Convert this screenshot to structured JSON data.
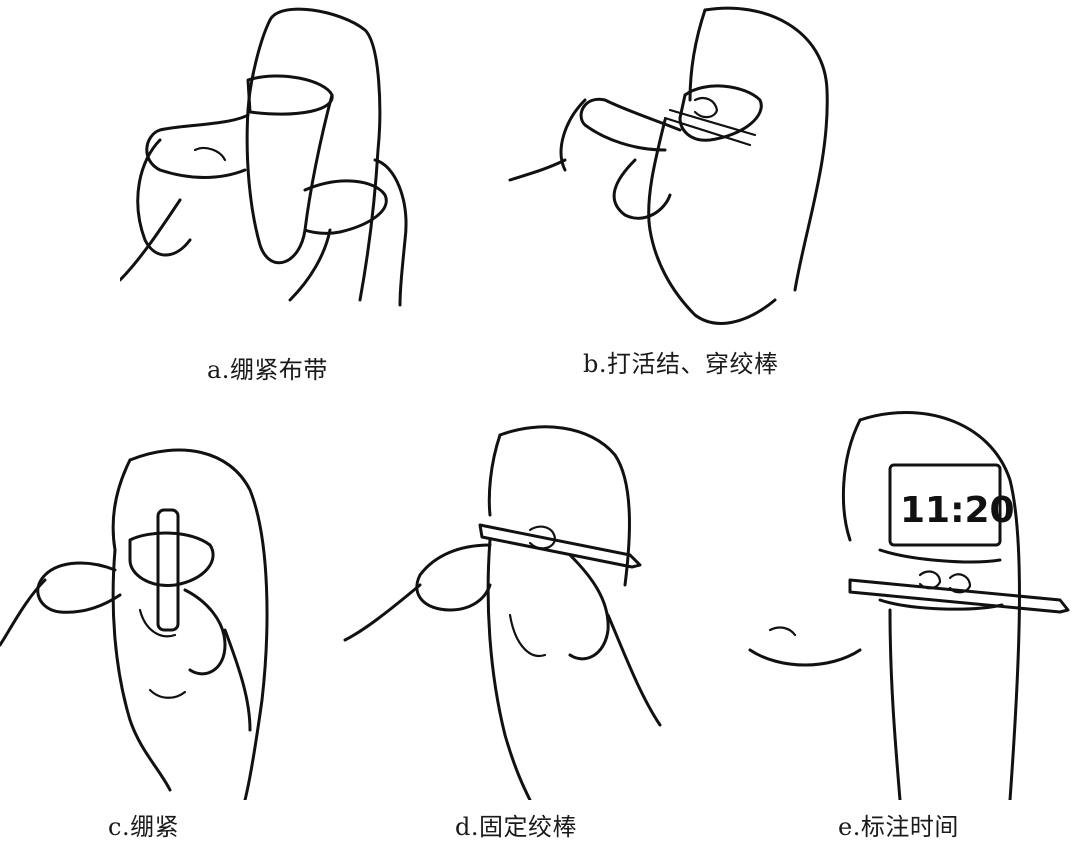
{
  "figure": {
    "panels": [
      {
        "id": "a",
        "caption": "a.绷紧布带",
        "icon": "arm-strap-illustration"
      },
      {
        "id": "b",
        "caption": "b.打活结、穿绞棒",
        "icon": "knot-stick-illustration"
      },
      {
        "id": "c",
        "caption": "c.绷紧",
        "icon": "tighten-illustration"
      },
      {
        "id": "d",
        "caption": "d.固定绞棒",
        "icon": "fix-stick-illustration"
      },
      {
        "id": "e",
        "caption": "e.标注时间",
        "icon": "time-label-illustration"
      }
    ],
    "time_label_text": "11:20",
    "line_color": "#111111",
    "background_color": "#ffffff"
  }
}
